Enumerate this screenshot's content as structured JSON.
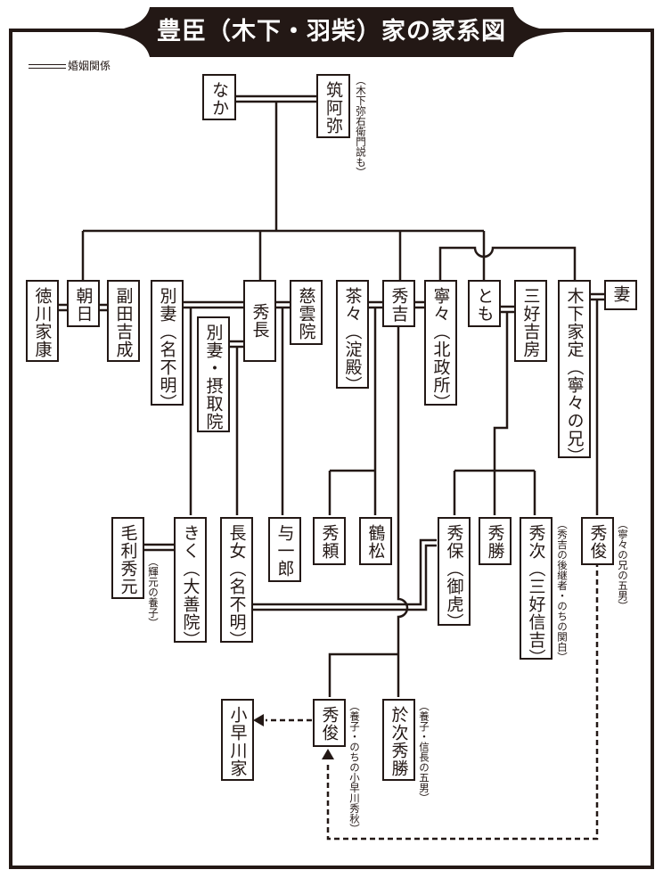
{
  "title": "豊臣（木下・羽柴）家の家系図",
  "legend": {
    "marriage_label": "婚姻関係"
  },
  "people": {
    "naka": "なか",
    "chikuami": "筑阿弥",
    "tokugawa_ieyasu": "徳川家康",
    "asahi": "朝日",
    "soeda_yoshinari": "副田吉成",
    "bessai_meifumei": "別妻（名不明）",
    "bessai_sesshuin": "別妻・摂取院",
    "hidenaga": "秀長",
    "jiunin": "慈雲院",
    "chacha": "茶々（淀殿）",
    "hideyoshi": "秀吉",
    "nene": "寧々（北政所）",
    "tomo": "とも",
    "miyoshi_yoshifusa": "三好吉房",
    "kinoshita_iesada": "木下家定（寧々の兄）",
    "tsuma": "妻",
    "mori_hidemoto": "毛利秀元",
    "kiku": "きく（大善院）",
    "choujo": "長女（名不明）",
    "yoichiro": "与一郎",
    "hideyori": "秀頼",
    "tsurumatsu": "鶴松",
    "hideyasu": "秀保（御虎）",
    "hidekatsu": "秀勝",
    "hidetsugu": "秀次（三好信吉）",
    "hidetoshi_kinoshita": "秀俊",
    "kobayakawa_ke": "小早川家",
    "hidetoshi_adopted": "秀俊",
    "otsugi_hidekatsu": "於次秀勝"
  },
  "notes": {
    "chikuami": "（木下弥右衛門説も）",
    "mori_hidemoto": "（輝元の養子）",
    "hidetsugu": "（秀吉の後継者・のちの関白）",
    "hidetoshi_kinoshita": "（寧々の兄の五男）",
    "hidetoshi_adopted": "（養子・のちの小早川秀秋）",
    "otsugi_hidekatsu": "（養子・信長の五男）"
  },
  "colors": {
    "ink": "#231815",
    "background": "#ffffff"
  }
}
